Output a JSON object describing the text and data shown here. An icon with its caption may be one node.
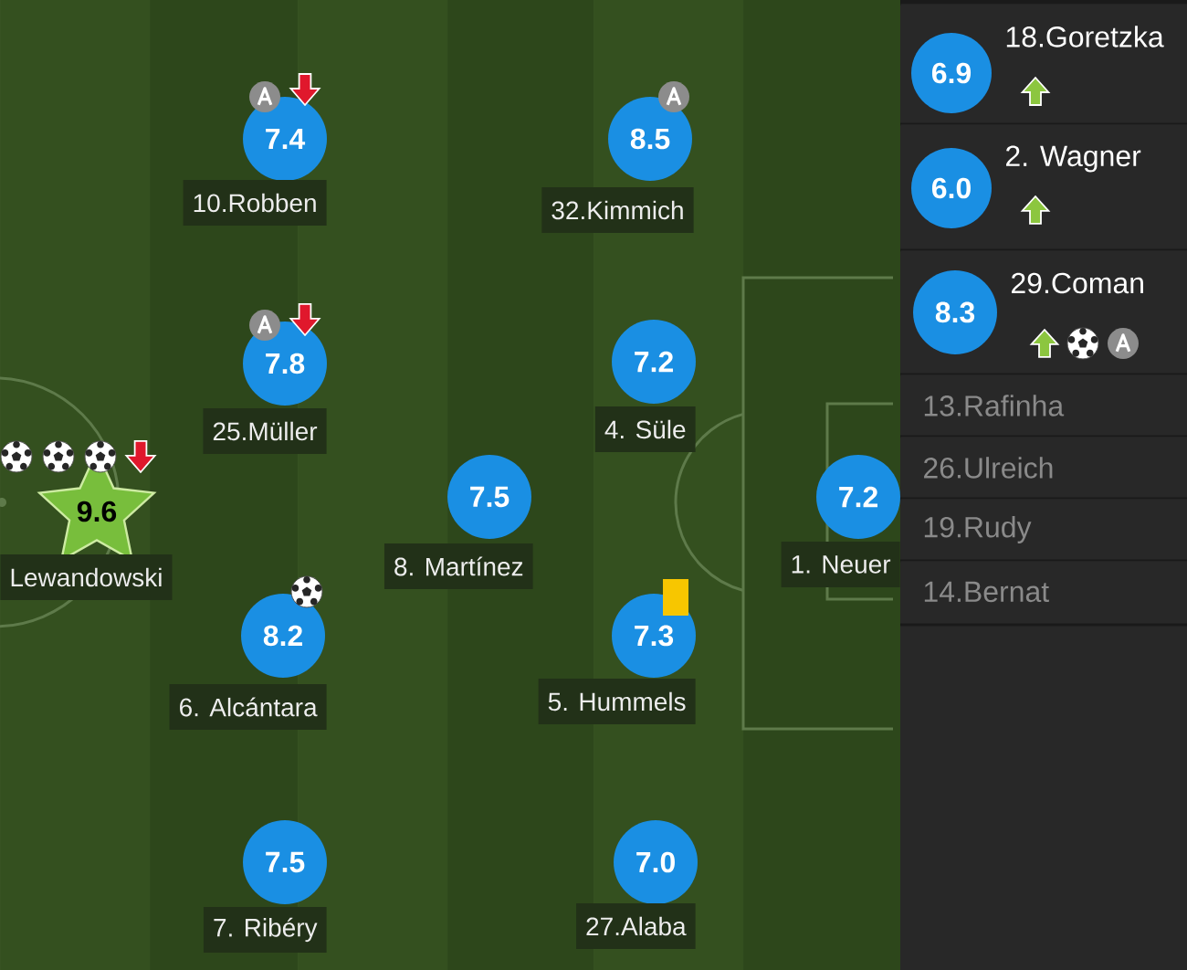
{
  "diagram": {
    "nodes": [
      {
        "text": [
          "7.4"
        ],
        "beside": [
          "10.Robben"
        ]
      },
      {
        "text": [
          "8.5"
        ],
        "beside": [
          "32.Kimmich"
        ]
      },
      {
        "text": [
          "7.8"
        ],
        "beside": [
          "25.Müller"
        ]
      },
      {
        "text": [
          "7.2"
        ],
        "beside": [
          "4. Süle"
        ]
      },
      {
        "text": [
          "9.6"
        ],
        "beside": [
          "Lewandowski"
        ]
      },
      {
        "text": [
          "7.5"
        ],
        "beside": [
          "8. Martínez"
        ]
      },
      {
        "text": [
          "7.2"
        ],
        "beside": [
          "1. Neuer"
        ]
      },
      {
        "text": [
          "8.2"
        ],
        "beside": [
          "6. Alcántara"
        ]
      },
      {
        "text": [
          "7.3"
        ],
        "beside": [
          "5. Hummels"
        ]
      },
      {
        "text": [
          "7.5"
        ],
        "beside": [
          "7. Ribéry"
        ]
      },
      {
        "text": [
          "7.0"
        ],
        "beside": [
          "27.Alaba"
        ]
      },
      {
        "text": [
          "18.Goretzka"
        ]
      },
      {
        "text": [
          "6.9"
        ],
        "in": 11
      },
      {
        "text": [
          "2. Wagner"
        ]
      },
      {
        "text": [
          "6.0"
        ],
        "in": 13
      },
      {
        "text": [
          "29.Coman"
        ]
      },
      {
        "text": [
          "8.3"
        ],
        "in": 15
      },
      {
        "text": [
          "13.Rafinha"
        ]
      },
      {
        "text": [
          "26.Ulreich"
        ]
      },
      {
        "text": [
          "19.Rudy"
        ]
      },
      {
        "text": [
          "14.Bernat"
        ]
      }
    ]
  }
}
